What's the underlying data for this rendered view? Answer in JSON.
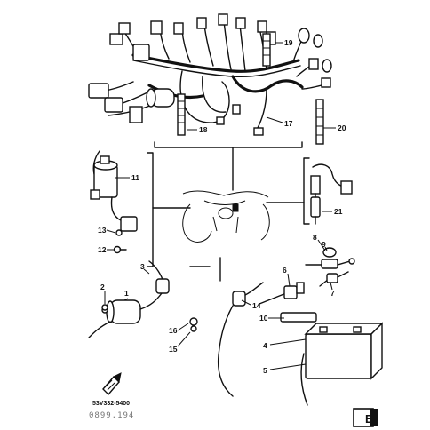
{
  "callouts": {
    "c1": "1",
    "c2": "2",
    "c3": "3",
    "c4": "4",
    "c5": "5",
    "c6": "6",
    "c7": "7",
    "c8": "8",
    "c9": "9",
    "c10": "10",
    "c11": "11",
    "c12": "12",
    "c13": "13",
    "c14": "14",
    "c15": "15",
    "c16": "16",
    "c17": "17",
    "c18": "18",
    "c19": "19",
    "c20": "20",
    "c21": "21"
  },
  "diagram_code": "53V332-5400",
  "stamp_text": "0899.194",
  "corner_label": "E"
}
